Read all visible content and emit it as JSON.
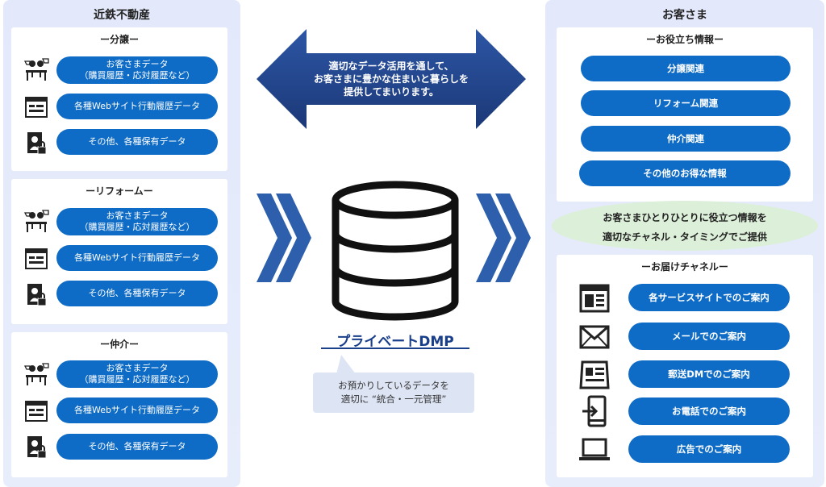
{
  "left_panel": {
    "title": "近鉄不動産",
    "sections": [
      {
        "title": "ー分譲ー",
        "items": [
          "お客さまデータ\n（購買履歴・応対履歴など）",
          "各種Webサイト行動履歴データ",
          "その他、各種保有データ"
        ]
      },
      {
        "title": "ーリフォームー",
        "items": [
          "お客さまデータ\n（購買履歴・応対履歴など）",
          "各種Webサイト行動履歴データ",
          "その他、各種保有データ"
        ]
      },
      {
        "title": "ー仲介ー",
        "items": [
          "お客さまデータ\n（購買履歴・応対履歴など）",
          "各種Webサイト行動履歴データ",
          "その他、各種保有データ"
        ]
      }
    ],
    "icons": [
      "meeting-icon",
      "web-page-icon",
      "document-lock-icon"
    ]
  },
  "center": {
    "arrow_text": "適切なデータ活用を通して、\nお客さまに豊かな住まいと暮らしを\n提供してまいります。",
    "dmp_label": "プライベートDMP",
    "bubble_text": "お預かりしているデータを\n適切に “統合・一元管理”"
  },
  "right_panel": {
    "title": "お客さま",
    "info_title": "ーお役立ち情報ー",
    "info_items": [
      "分譲関連",
      "リフォーム関連",
      "仲介関連",
      "その他のお得な情報"
    ],
    "oval_line1": "お客さまひとりひとりに役立つ情報を",
    "oval_line2": "適切なチャネル・タイミングでご提供",
    "channel_title": "ーお届けチャネルー",
    "channel_items": [
      "各サービスサイトでのご案内",
      "メールでのご案内",
      "郵送DMでのご案内",
      "お電話でのご案内",
      "広告でのご案内"
    ],
    "channel_icons": [
      "website-icon",
      "mail-icon",
      "newspaper-icon",
      "phone-icon",
      "laptop-icon"
    ]
  },
  "colors": {
    "pill": "#0f6cc6",
    "arrow_dark": "#1c3d82",
    "panel_bg": "#e5eafb",
    "oval": "#dcefd8"
  }
}
